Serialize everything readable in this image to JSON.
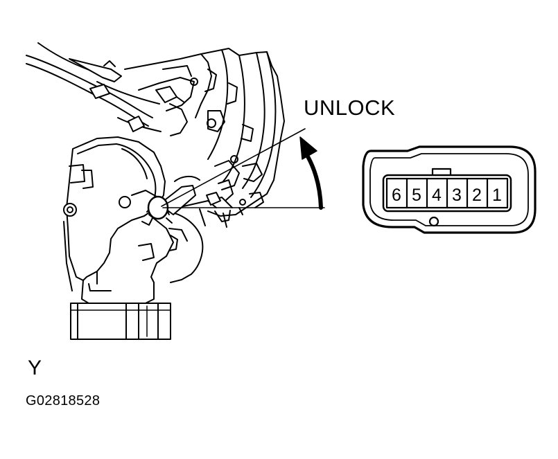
{
  "figure": {
    "direction_label": "UNLOCK",
    "view_label": "Y",
    "figure_code": "G02818528"
  },
  "connector": {
    "pins": [
      "6",
      "5",
      "4",
      "3",
      "2",
      "1"
    ]
  }
}
